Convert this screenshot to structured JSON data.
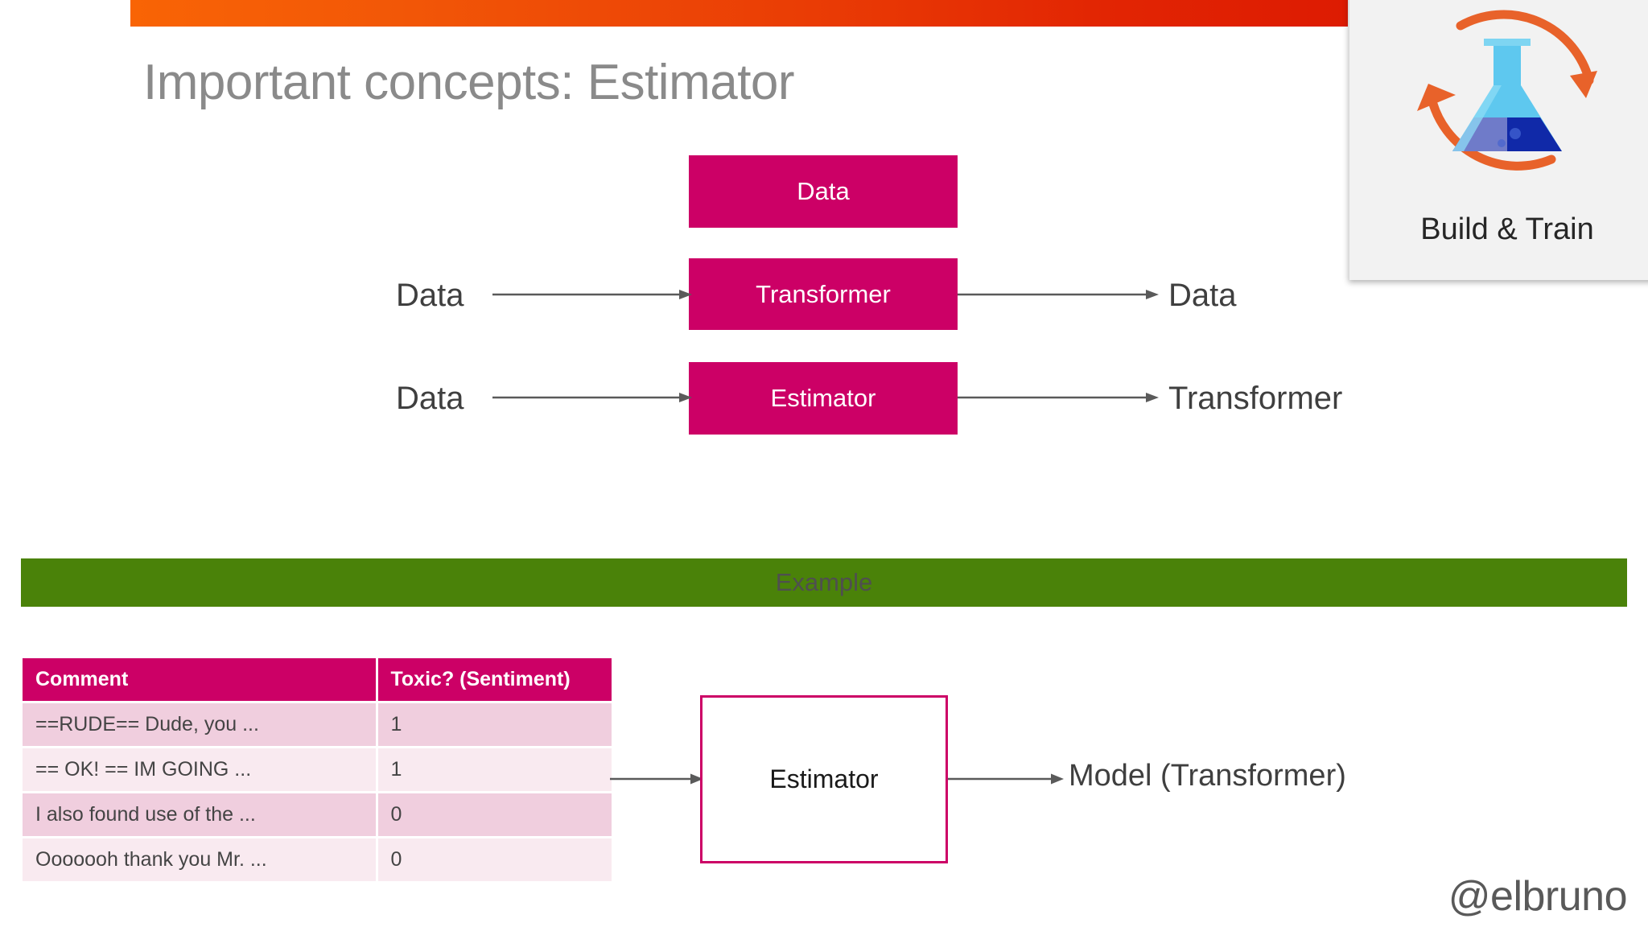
{
  "top_bar": {
    "color_start": "#f96405",
    "color_end": "#dd1b02"
  },
  "title": "Important concepts: Estimator",
  "build_train_panel": {
    "caption": "Build & Train",
    "icon_name": "flask-cycle-icon",
    "background": "#f2f2f2",
    "arrow_color": "#e8622a",
    "flask_colors": {
      "glass": "#5ec8ef",
      "liquid_dark": "#1029a8",
      "liquid_light": "#6f7bc9"
    }
  },
  "diagram": {
    "accent_color": "#cc0066",
    "boxes": [
      {
        "label": "Data"
      },
      {
        "label": "Transformer"
      },
      {
        "label": "Estimator"
      }
    ],
    "inputs": [
      {
        "label": "Data"
      },
      {
        "label": "Data"
      }
    ],
    "outputs": [
      {
        "label": "Data"
      },
      {
        "label": "Transformer"
      }
    ]
  },
  "example": {
    "banner_label": "Example",
    "banner_color": "#4a8209",
    "table": {
      "columns": [
        "Comment",
        "Toxic? (Sentiment)"
      ],
      "rows": [
        {
          "comment": "==RUDE== Dude, you ...",
          "toxic": "1"
        },
        {
          "comment": "== OK! == IM GOING ...",
          "toxic": "1"
        },
        {
          "comment": "I also found use of the ...",
          "toxic": "0"
        },
        {
          "comment": "Ooooooh thank you Mr.  ...",
          "toxic": "0"
        }
      ]
    },
    "estimator_box_label": "Estimator",
    "output_label": "Model (Transformer)"
  },
  "watermark": "@elbruno"
}
